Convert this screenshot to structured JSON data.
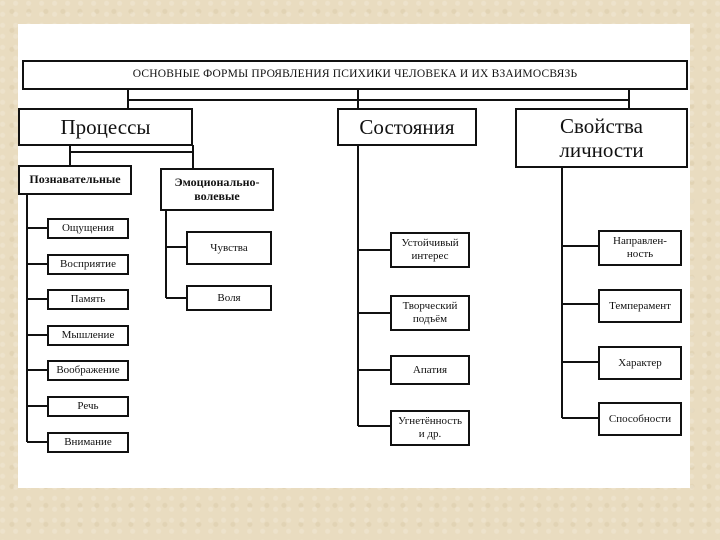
{
  "title": "ОСНОВНЫЕ ФОРМЫ ПРОЯВЛЕНИЯ ПСИХИКИ ЧЕЛОВЕКА И ИХ ВЗАИМОСВЯЗЬ",
  "categories": {
    "processes": "Процессы",
    "states": "Состояния",
    "properties": "Свойства личности"
  },
  "processes": {
    "cognitive": {
      "label": "Познавательные",
      "items": [
        "Ощущения",
        "Восприятие",
        "Память",
        "Мышление",
        "Воображение",
        "Речь",
        "Внимание"
      ]
    },
    "emotional": {
      "label": "Эмоционально-волевые",
      "items": [
        "Чувства",
        "Воля"
      ]
    }
  },
  "states": {
    "items": [
      "Устойчивый интерес",
      "Творческий подъём",
      "Апатия",
      "Угнетённость и др."
    ]
  },
  "properties": {
    "items": [
      "Направлен-ность",
      "Темперамент",
      "Характер",
      "Способности"
    ]
  },
  "colors": {
    "line": "#111111",
    "page": "#e9dcc0",
    "canvas": "#ffffff"
  }
}
